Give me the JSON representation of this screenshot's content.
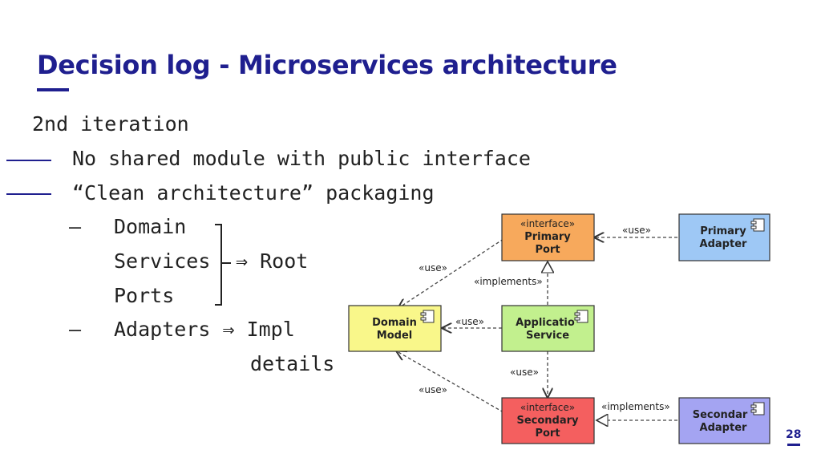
{
  "slide": {
    "title": "Decision log - Microservices architecture",
    "page_number": "28"
  },
  "content": {
    "iteration": "2nd iteration",
    "bullet_1": "No shared module with public interface",
    "bullet_2": "“Clean architecture” packaging",
    "sub_dash_1": "—",
    "sub_dash_2": "—",
    "item_domain": "Domain",
    "item_services": "Services",
    "item_ports": "Ports",
    "arrow_root": "⇒ Root",
    "item_adapters": "Adapters ⇒ Impl",
    "item_details": "details"
  },
  "diagram": {
    "primary_port": {
      "stereotype": "«interface»",
      "line1": "Primary",
      "line2": "Port",
      "color": "#f7a95c"
    },
    "primary_adapter": {
      "line1": "Primary",
      "line2": "Adapter",
      "color": "#9ec8f5"
    },
    "domain_model": {
      "line1": "Domain",
      "line2": "Model",
      "color": "#f9f78a"
    },
    "application_service": {
      "line1": "Applicatio",
      "line2": "Service",
      "color": "#c2f08e"
    },
    "secondary_port": {
      "stereotype": "«interface»",
      "line1": "Secondary",
      "line2": "Port",
      "color": "#f45f5f"
    },
    "secondary_adapter": {
      "line1": "Secondar",
      "line2": "Adapter",
      "color": "#a4a4f2"
    },
    "labels": {
      "use_primary_adapter": "«use»",
      "use_primary_port": "«use»",
      "implements_app": "«implements»",
      "use_app_domain": "«use»",
      "use_app_secondary": "«use»",
      "use_secondary_domain": "«use»",
      "implements_secondary": "«implements»"
    }
  }
}
